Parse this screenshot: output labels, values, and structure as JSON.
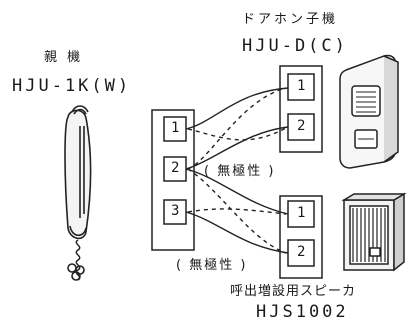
{
  "parent": {
    "title": "親 機",
    "model": "HJU-1K(W)",
    "terminals": [
      "1",
      "2",
      "3"
    ]
  },
  "door_phone": {
    "title": "ドアホン子機",
    "model": "HJU-D(C)",
    "terminals": [
      "1",
      "2"
    ]
  },
  "speaker": {
    "title": "呼出増設用スピーカ",
    "model": "HJS1002",
    "terminals": [
      "1",
      "2"
    ]
  },
  "notes": {
    "non_polar_upper": "( 無極性 )",
    "non_polar_lower": "( 無極性 )"
  }
}
